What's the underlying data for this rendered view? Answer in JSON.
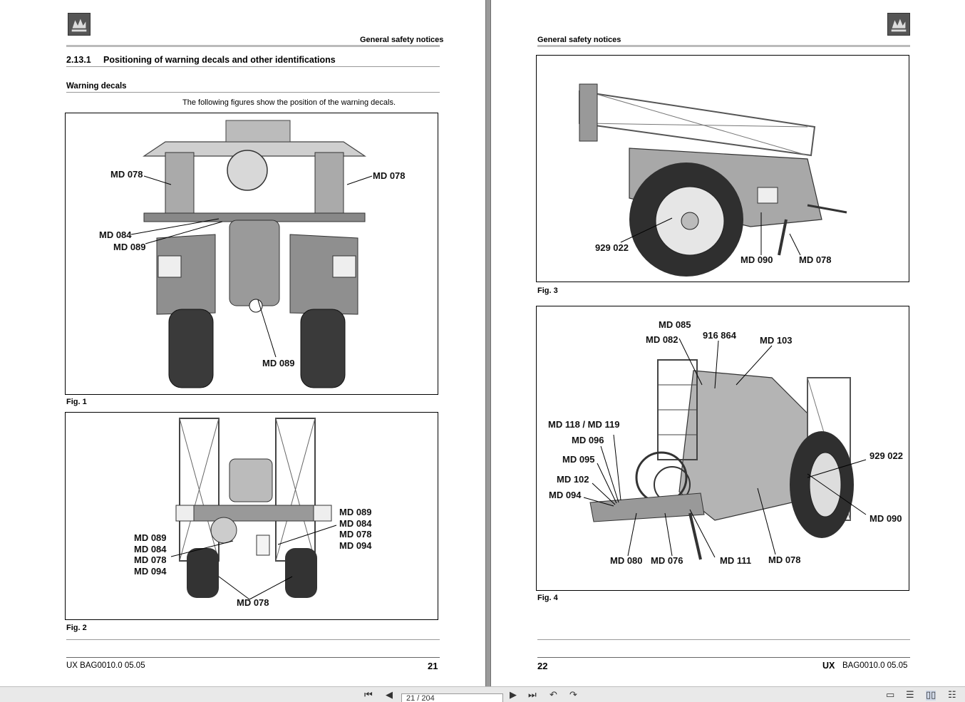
{
  "left_page": {
    "header": "General safety notices",
    "section_number": "2.13.1",
    "section_title": "Positioning of warning decals and other identifications",
    "subheading": "Warning decals",
    "intro": "The following figures show the position of the warning decals.",
    "fig1": {
      "label": "Fig. 1",
      "callouts": {
        "top_left": "MD 078",
        "top_right": "MD 078",
        "mid_left_a": "MD 084",
        "mid_left_b": "MD 089",
        "bottom": "MD 089"
      }
    },
    "fig2": {
      "label": "Fig. 2",
      "left_stack": [
        "MD 089",
        "MD 084",
        "MD 078",
        "MD 094"
      ],
      "right_stack": [
        "MD 089",
        "MD 084",
        "MD 078",
        "MD 094"
      ],
      "bottom": "MD 078"
    },
    "footer_left": "UX BAG0010.0  05.05",
    "page_number": "21"
  },
  "right_page": {
    "header": "General safety notices",
    "fig3": {
      "label": "Fig. 3",
      "callouts": {
        "wheel": "929 022",
        "stand": "MD 090",
        "rear": "MD 078"
      }
    },
    "fig4": {
      "label": "Fig. 4",
      "callouts": {
        "top_a": "MD 085",
        "top_b": "MD 082",
        "top_c": "916 864",
        "top_d": "MD 103",
        "left_a": "MD 118 / MD 119",
        "left_b": "MD 096",
        "left_c": "MD 095",
        "left_d": "MD 102",
        "left_e": "MD 094",
        "right_a": "929 022",
        "right_b": "MD 090",
        "bottom_a": "MD 080",
        "bottom_b": "MD 076",
        "bottom_c": "MD 111",
        "bottom_d": "MD 078"
      }
    },
    "footer_brand": "UX",
    "footer_right": "BAG0010.0  05.05",
    "page_number": "22"
  },
  "toolbar": {
    "page_indicator": "21 / 204"
  }
}
